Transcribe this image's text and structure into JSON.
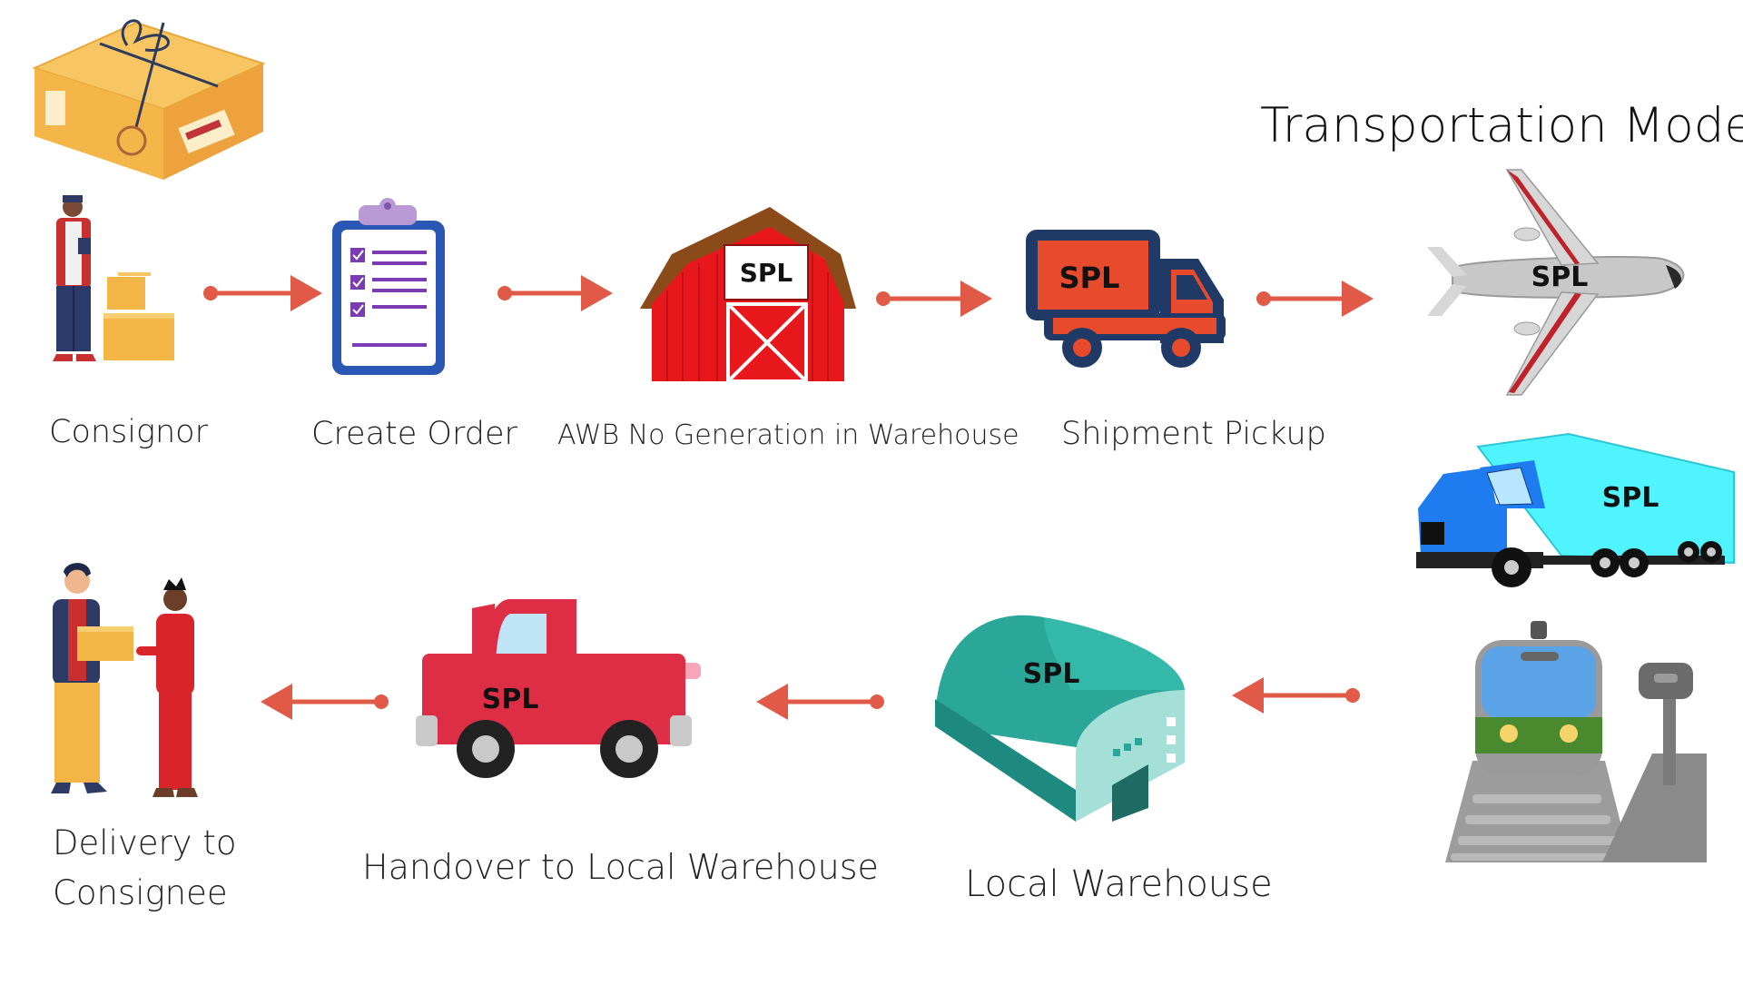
{
  "brand": "SPL",
  "heading": "Transportation Mode",
  "steps": {
    "consignor": "Consignor",
    "create_order": "Create Order",
    "awb": "AWB No Generation in Warehouse",
    "pickup": "Shipment Pickup",
    "local_warehouse": "Local Warehouse",
    "handover": "Handover to Local Warehouse",
    "delivery_line1": "Delivery to",
    "delivery_line2": "Consignee"
  },
  "transport_modes": [
    "plane-icon",
    "truck-icon",
    "train-icon"
  ],
  "colors": {
    "arrow": "#e05a47",
    "barn": "#e8171b",
    "pickup_van": "#e84a2c",
    "van_outline": "#1f3a66",
    "warehouse": "#2ba79a",
    "pickup_truck": "#de2e45",
    "semi_cab": "#1e7cf0",
    "semi_trailer": "#4ff4ff",
    "train": "#5aa3e6"
  }
}
